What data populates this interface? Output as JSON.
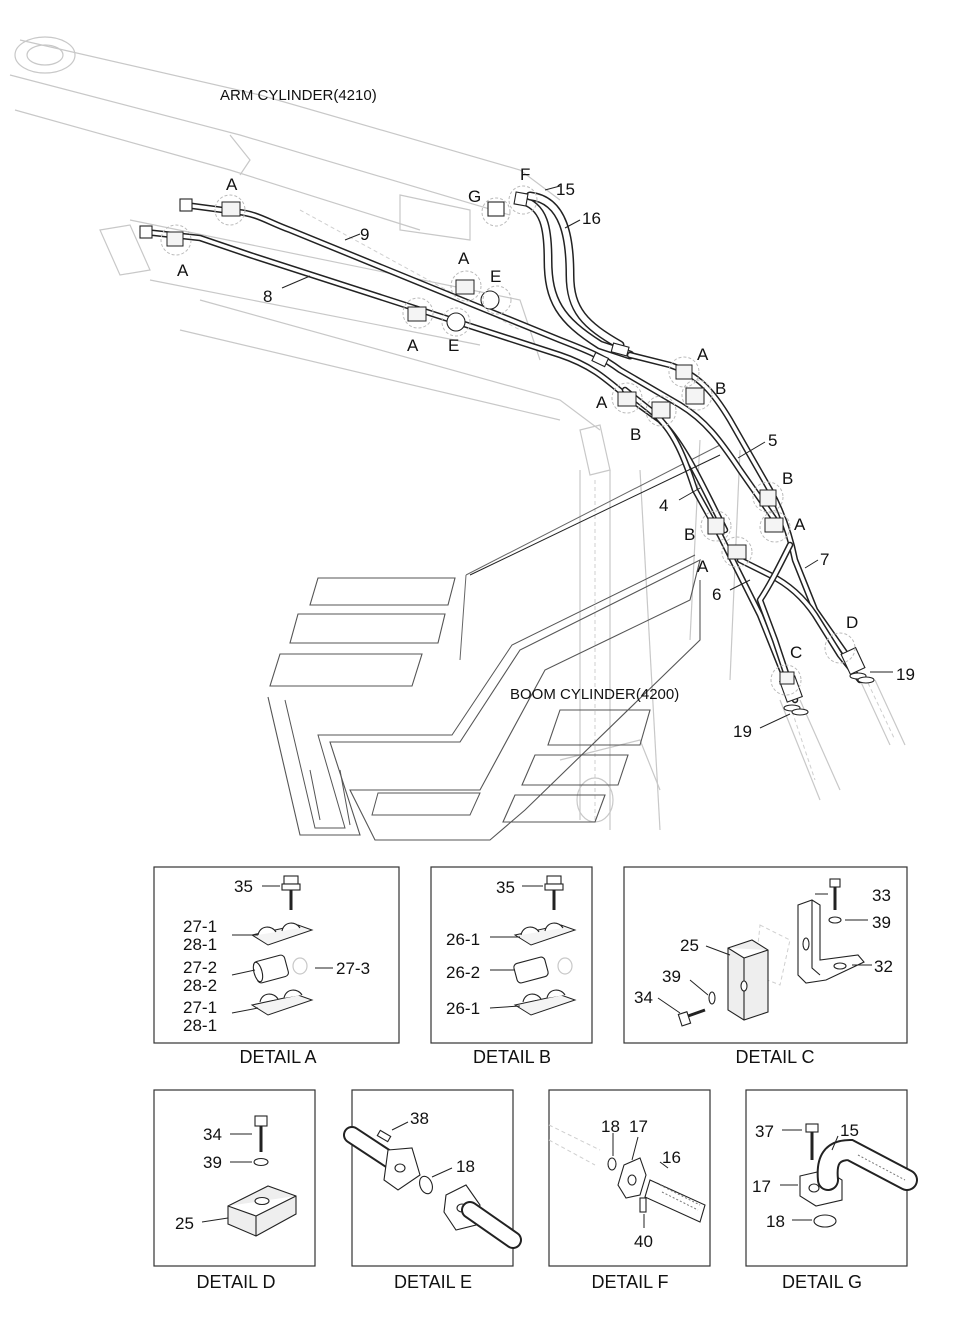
{
  "main_labels": {
    "arm_cylinder": "ARM CYLINDER(4210)",
    "boom_cylinder": "BOOM CYLINDER(4200)"
  },
  "callouts": {
    "A": "A",
    "B": "B",
    "C": "C",
    "D": "D",
    "E": "E",
    "F": "F",
    "G": "G",
    "n4": "4",
    "n5": "5",
    "n6": "6",
    "n7": "7",
    "n8": "8",
    "n9": "9",
    "n15": "15",
    "n16": "16",
    "n19": "19"
  },
  "details": {
    "a": {
      "caption": "DETAIL A",
      "labels": [
        "35",
        "27-1",
        "28-1",
        "27-2",
        "28-2",
        "27-3",
        "27-1",
        "28-1"
      ]
    },
    "b": {
      "caption": "DETAIL B",
      "labels": [
        "35",
        "26-1",
        "26-2",
        "26-1"
      ]
    },
    "c": {
      "caption": "DETAIL C",
      "labels": [
        "33",
        "39",
        "25",
        "39",
        "32",
        "34"
      ]
    },
    "d": {
      "caption": "DETAIL D",
      "labels": [
        "34",
        "39",
        "25"
      ]
    },
    "e": {
      "caption": "DETAIL E",
      "labels": [
        "38",
        "18"
      ]
    },
    "f": {
      "caption": "DETAIL F",
      "labels": [
        "18",
        "17",
        "16",
        "40"
      ]
    },
    "g": {
      "caption": "DETAIL G",
      "labels": [
        "37",
        "15",
        "17",
        "18"
      ]
    }
  }
}
